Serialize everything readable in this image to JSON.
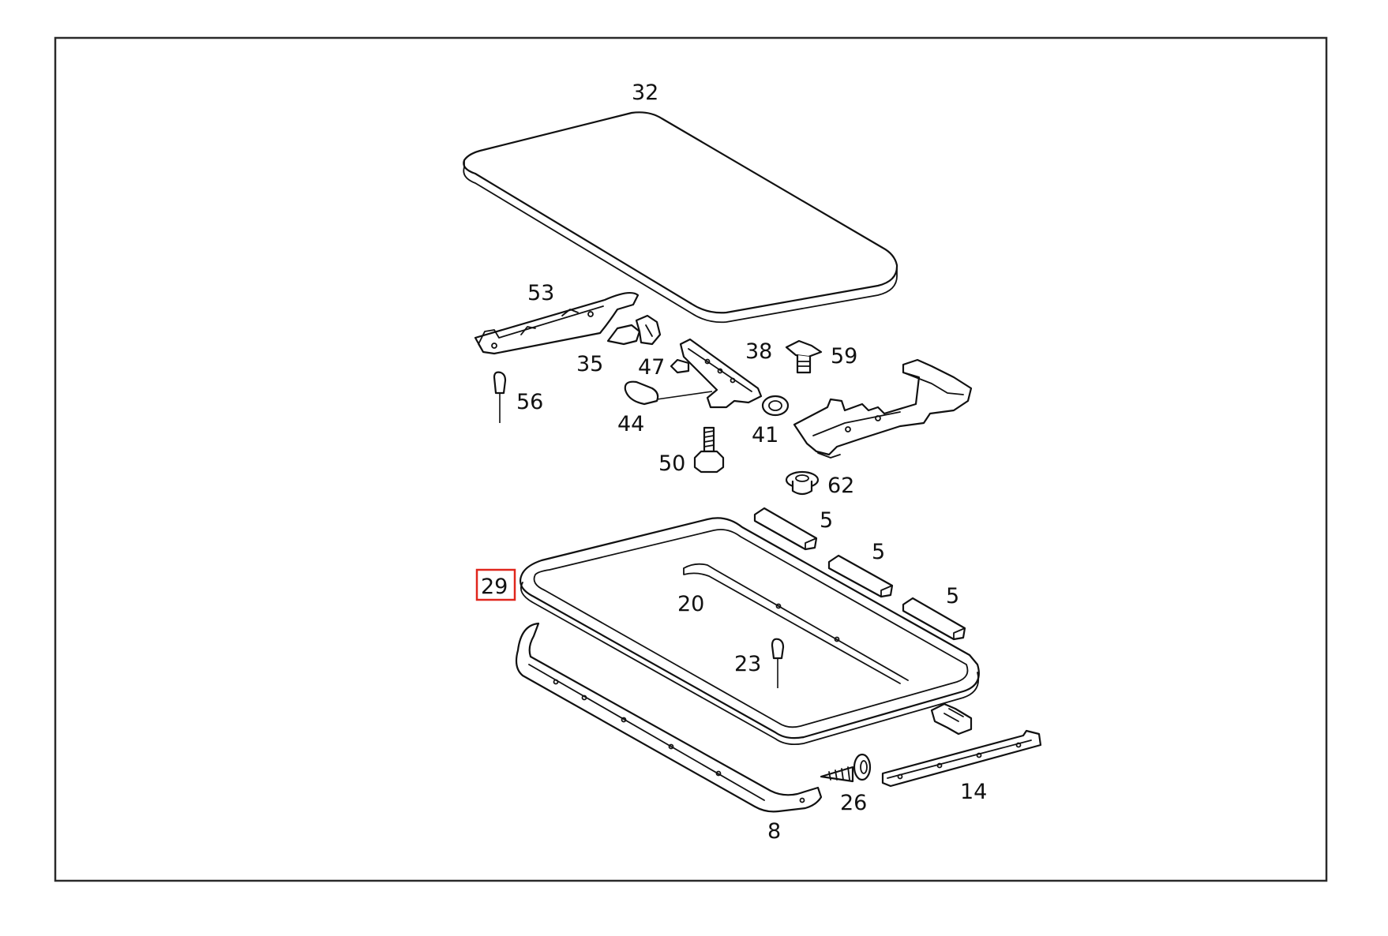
{
  "diagram": {
    "highlighted_callout": "29",
    "highlight_color": "#e0261c",
    "callouts": {
      "c32": "32",
      "c53": "53",
      "c35": "35",
      "c47": "47",
      "c38": "38",
      "c59": "59",
      "c56": "56",
      "c44": "44",
      "c41": "41",
      "c50": "50",
      "c62": "62",
      "c5a": "5",
      "c5b": "5",
      "c5c": "5",
      "c29": "29",
      "c20": "20",
      "c23": "23",
      "c26": "26",
      "c14": "14",
      "c8": "8"
    }
  }
}
